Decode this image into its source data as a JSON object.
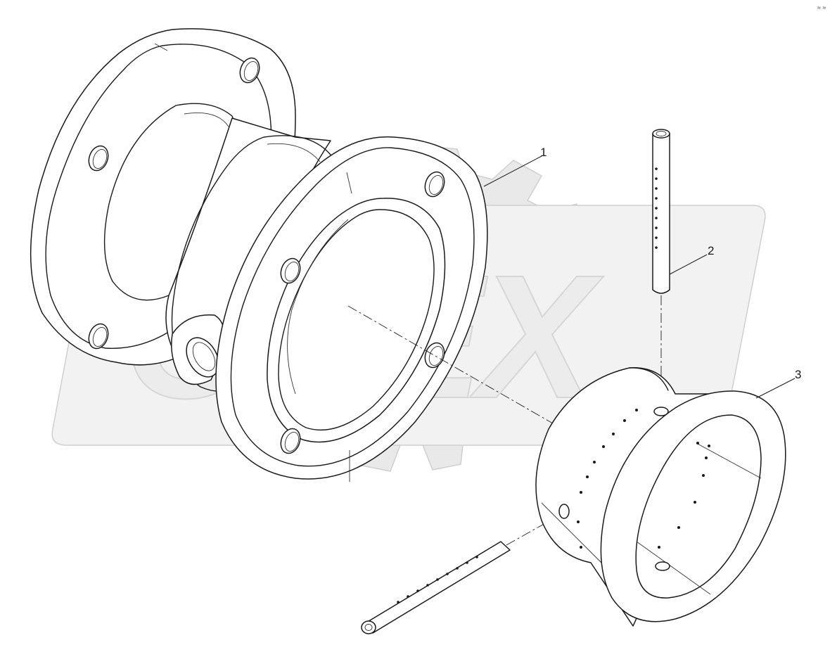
{
  "watermark": {
    "brand_text": "OPEX"
  },
  "callouts": [
    {
      "id": "callout-1",
      "label": "1"
    },
    {
      "id": "callout-2",
      "label": "2"
    },
    {
      "id": "callout-3",
      "label": "3"
    }
  ],
  "corner_mark": "≈ ≈"
}
